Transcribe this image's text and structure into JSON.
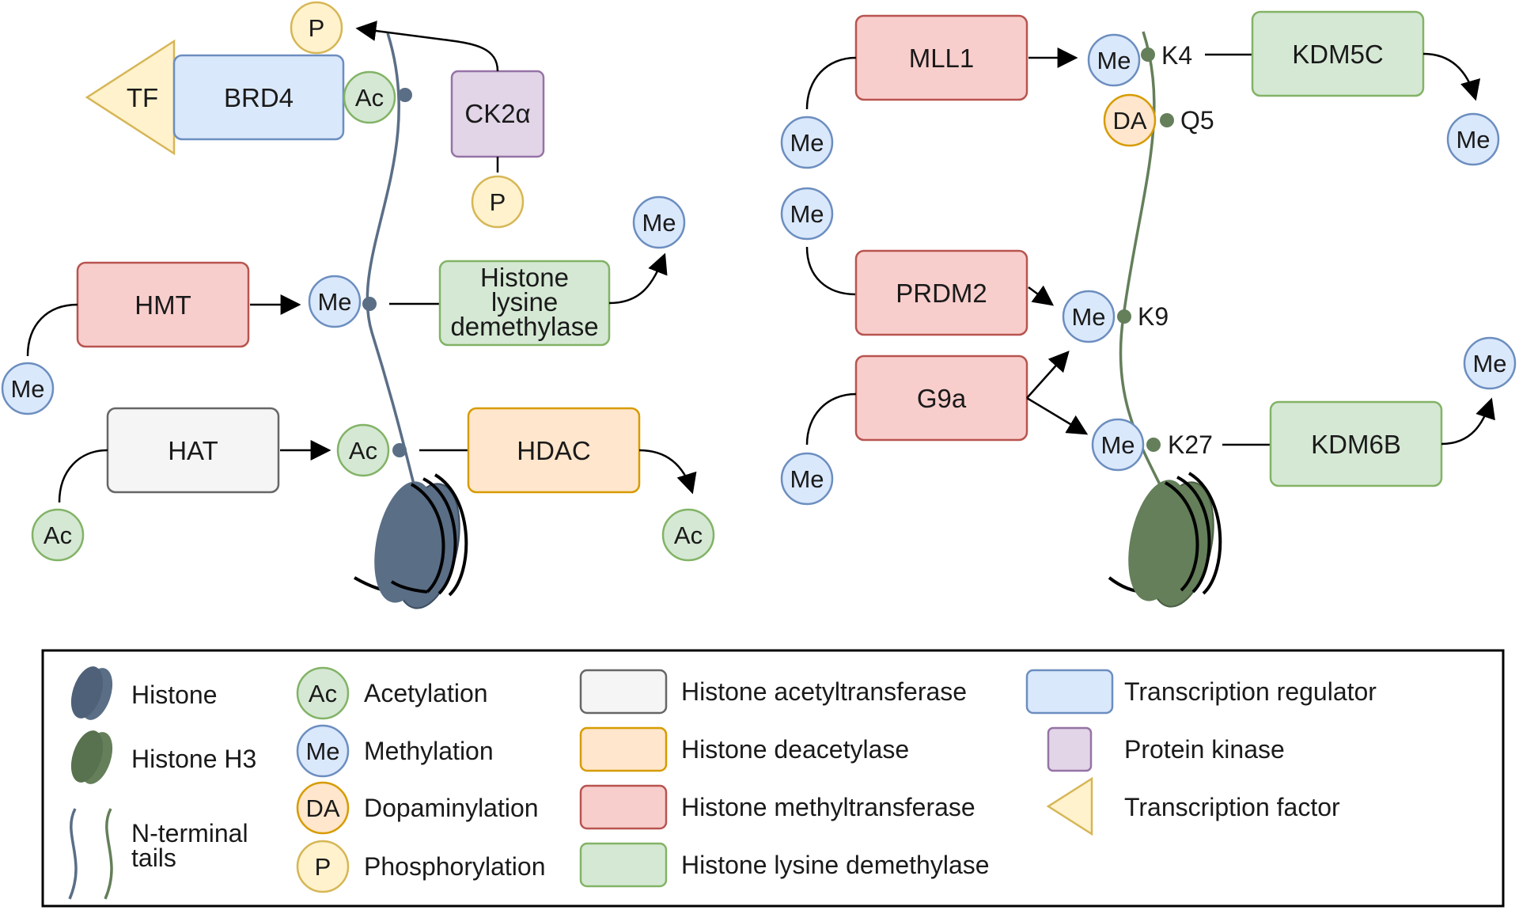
{
  "colors": {
    "acetylation_fill": "#d5e8d4",
    "acetylation_stroke": "#82b366",
    "methylation_fill": "#dae8fc",
    "methylation_stroke": "#6c8ebf",
    "dopaminylation_fill": "#ffe6cc",
    "dopaminylation_stroke": "#d79b00",
    "phosphorylation_fill": "#fff2cc",
    "phosphorylation_stroke": "#d6b656",
    "hat_fill": "#f5f5f5",
    "hat_stroke": "#666666",
    "hdac_fill": "#ffe6cc",
    "hdac_stroke": "#d79b00",
    "hmt_fill": "#f8cecc",
    "hmt_stroke": "#b85450",
    "demethylase_fill": "#d5e8d4",
    "demethylase_stroke": "#82b366",
    "regulator_fill": "#dae8fc",
    "regulator_stroke": "#6c8ebf",
    "kinase_fill": "#e1d5e7",
    "kinase_stroke": "#9673a6",
    "tf_fill": "#fff2cc",
    "tf_stroke": "#d6b656",
    "histone": "#5a6e86",
    "histone_h3": "#647f5a"
  },
  "left_panel": {
    "enzymes": {
      "tf": "TF",
      "brd4": "BRD4",
      "ck2a": "CK2α",
      "hmt": "HMT",
      "demethylase": [
        "Histone",
        "lysine",
        "demethylase"
      ],
      "hat": "HAT",
      "hdac": "HDAC"
    },
    "marks": {
      "p_top": "P",
      "ac_brd4": "Ac",
      "p_ck2": "P",
      "me_free": "Me",
      "me_site": "Me",
      "me_removed": "Me",
      "ac_site": "Ac",
      "ac_free": "Ac",
      "ac_removed": "Ac"
    }
  },
  "right_panel": {
    "enzymes": {
      "mll1": "MLL1",
      "kdm5c": "KDM5C",
      "prdm2": "PRDM2",
      "g9a": "G9a",
      "kdm6b": "KDM6B"
    },
    "marks": {
      "me_mll1_donor": "Me",
      "me_k4": "Me",
      "me_kdm5c_removed": "Me",
      "da_q5": "DA",
      "me_prdm2_donor": "Me",
      "me_k9": "Me",
      "me_g9a_donor": "Me",
      "me_k27": "Me",
      "me_kdm6b_removed": "Me"
    },
    "sites": {
      "k4": "K4",
      "q5": "Q5",
      "k9": "K9",
      "k27": "K27"
    }
  },
  "legend": {
    "histone": "Histone",
    "histone_h3": "Histone H3",
    "tails": [
      "N-terminal",
      "tails"
    ],
    "mark_items": [
      {
        "abbr": "Ac",
        "label": "Acetylation"
      },
      {
        "abbr": "Me",
        "label": "Methylation"
      },
      {
        "abbr": "DA",
        "label": "Dopaminylation"
      },
      {
        "abbr": "P",
        "label": "Phosphorylation"
      }
    ],
    "enzyme_items": [
      "Histone acetyltransferase",
      "Histone deacetylase",
      "Histone methyltransferase",
      "Histone lysine demethylase"
    ],
    "other_items": [
      "Transcription regulator",
      "Protein kinase",
      "Transcription factor"
    ]
  }
}
